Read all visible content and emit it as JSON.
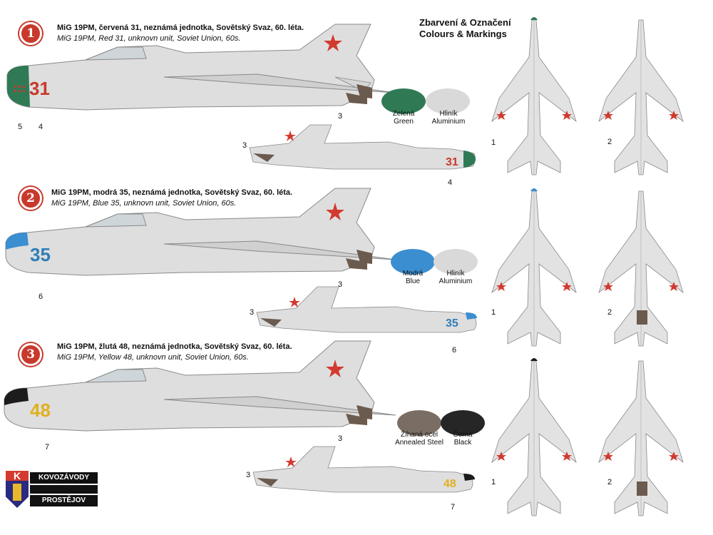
{
  "heading": {
    "line1": "Zbarvení & Označení",
    "line2": "Colours & Markings"
  },
  "schemes": [
    {
      "num": "1",
      "cz": "MiG 19PM, červená 31, neznámá jednotka, Sovětský Svaz, 60. léta.",
      "en": "MiG 19PM, Red 31, unknovn unit, Soviet Union, 60s.",
      "code": "31",
      "code_color": "#c8392c",
      "nose_color": "#2f7a55",
      "callouts_side": [
        "5",
        "4",
        "3"
      ],
      "callouts_small": [
        "3",
        "4"
      ],
      "colors": [
        {
          "cz": "Zelená",
          "en": "Green",
          "hex": "#2f7a55"
        },
        {
          "cz": "Hliník",
          "en": "Aluminium",
          "hex": "#d9d9d9"
        }
      ]
    },
    {
      "num": "2",
      "cz": "MiG 19PM, modrá 35, neznámá jednotka, Sovětský Svaz, 60. léta.",
      "en": "MiG 19PM, Blue 35, unknovn unit, Soviet Union, 60s.",
      "code": "35",
      "code_color": "#2f7fb8",
      "nose_color": "#3b8ed0",
      "callouts_side": [
        "6",
        "3"
      ],
      "callouts_small": [
        "3",
        "6"
      ],
      "colors": [
        {
          "cz": "Modrá",
          "en": "Blue",
          "hex": "#3b8ed0"
        },
        {
          "cz": "Hliník",
          "en": "Aluminium",
          "hex": "#d9d9d9"
        }
      ]
    },
    {
      "num": "3",
      "cz": "MiG 19PM, žlutá 48, neznámá jednotka, Sovětský Svaz, 60. léta.",
      "en": "MiG 19PM, Yellow 48, unknovn unit, Soviet Union, 60s.",
      "code": "48",
      "code_color": "#e0b020",
      "nose_color": "#1c1c1c",
      "callouts_side": [
        "7",
        "3"
      ],
      "callouts_small": [
        "3",
        "7"
      ],
      "colors": [
        {
          "cz": "Žíhaná ocel",
          "en": "Annealed Steel",
          "hex": "#7a6e64"
        },
        {
          "cz": "Černá",
          "en": "Black",
          "hex": "#262626"
        }
      ]
    }
  ],
  "topview_callouts": [
    "1",
    "2",
    "1",
    "2",
    "1",
    "2"
  ],
  "logo": {
    "top": "KOVOZÁVODY",
    "bottom": "PROSTĚJOV",
    "letter": "K"
  }
}
